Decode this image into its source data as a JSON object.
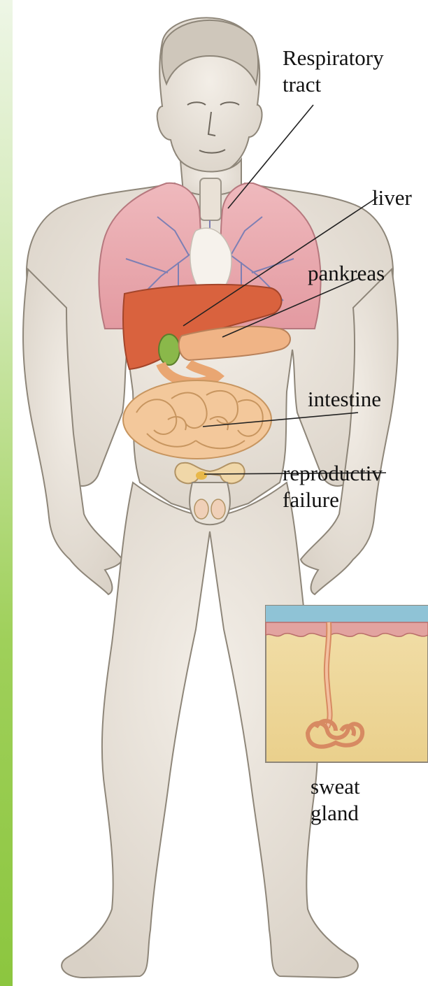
{
  "labels": {
    "respiratory": "Respiratory\ntract",
    "liver": "liver",
    "pankreas": "pankreas",
    "intestine": "intestine",
    "reproductive": "reproductiv\nfailure",
    "sweat": "sweat\ngland"
  },
  "colors": {
    "accent_bar": "#8cc63f",
    "skin": "#e9e3da",
    "lungs": "#e7a7ad",
    "liver": "#d9623e",
    "pancreas": "#f0b486",
    "intestine": "#f3c89b",
    "gallbladder": "#7cab3e",
    "inset_skin_top": "#8fc3d6",
    "inset_dermis": "#f0d9a0"
  }
}
